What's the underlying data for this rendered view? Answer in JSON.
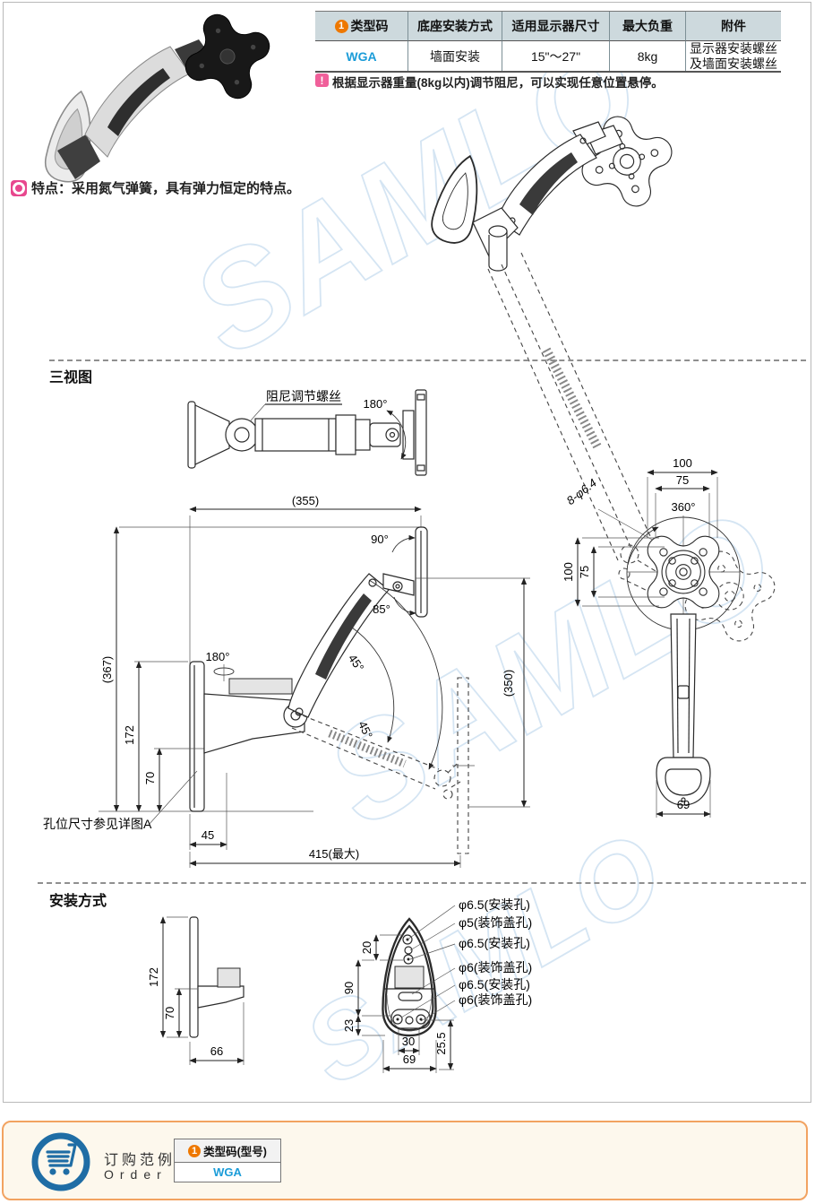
{
  "header_table": {
    "badge": "1",
    "col_type": "类型码",
    "col_mount": "底座安装方式",
    "col_size": "适用显示器尺寸",
    "col_load": "最大负重",
    "col_acc": "附件",
    "val_type": "WGA",
    "val_mount": "墙面安装",
    "val_size": "15\"～27\"",
    "val_load": "8kg",
    "val_acc1": "显示器安装螺丝",
    "val_acc2": "及墙面安装螺丝"
  },
  "note_icon": "!",
  "note_text": "根据显示器重量(8kg以内)调节阻尼，可以实现任意位置悬停。",
  "feature_text": "特点：采用氮气弹簧，具有弹力恒定的特点。",
  "sections": {
    "three_view": "三视图",
    "install": "安装方式"
  },
  "three_view": {
    "top": {
      "damping_label": "阻尼调节螺丝",
      "angle_180": "180°"
    },
    "front": {
      "dim_355": "(355)",
      "dim_367": "(367)",
      "dim_172": "172",
      "dim_70": "70",
      "dim_45": "45",
      "dim_415_max": "415(最大)",
      "dim_350": "(350)",
      "angle_90": "90°",
      "angle_85": "85°",
      "angle_180": "180°",
      "angle_45_upper": "45°",
      "angle_45_lower": "45°",
      "hole_ref": "孔位尺寸参见详图A"
    },
    "rear": {
      "dim_100_top": "100",
      "dim_75_top": "75",
      "dim_100_left": "100",
      "dim_75_left": "75",
      "dim_69": "69",
      "hole_note": "8-φ6.4",
      "angle_360": "360°"
    }
  },
  "install": {
    "side": {
      "dim_172": "172",
      "dim_70": "70",
      "dim_66": "66"
    },
    "front": {
      "dim_20": "20",
      "dim_90": "90",
      "dim_23": "23",
      "dim_30": "30",
      "dim_69": "69",
      "dim_25_5": "25.5",
      "hole_labels": [
        "φ6.5(安装孔)",
        "φ5(装饰盖孔)",
        "φ6.5(安装孔)",
        "φ6(装饰盖孔)",
        "φ6.5(安装孔)",
        "φ6(装饰盖孔)"
      ]
    }
  },
  "order": {
    "badge": "1",
    "title_cn": "订购范例",
    "title_en": "Order",
    "col_label": "类型码(型号)",
    "value": "WGA"
  },
  "watermark": {
    "text": "SAMLO"
  },
  "colors": {
    "table_header_bg": "#cdd9dd",
    "link_blue": "#1b9cd8",
    "badge_orange": "#ee7800",
    "note_pink": "#f0609a",
    "feature_magenta": "#e8478e",
    "order_border": "#f2a361",
    "order_bg": "#fdf8ed",
    "cart_blue": "#1f6da5",
    "watermark_blue": "#d5e5f3"
  }
}
